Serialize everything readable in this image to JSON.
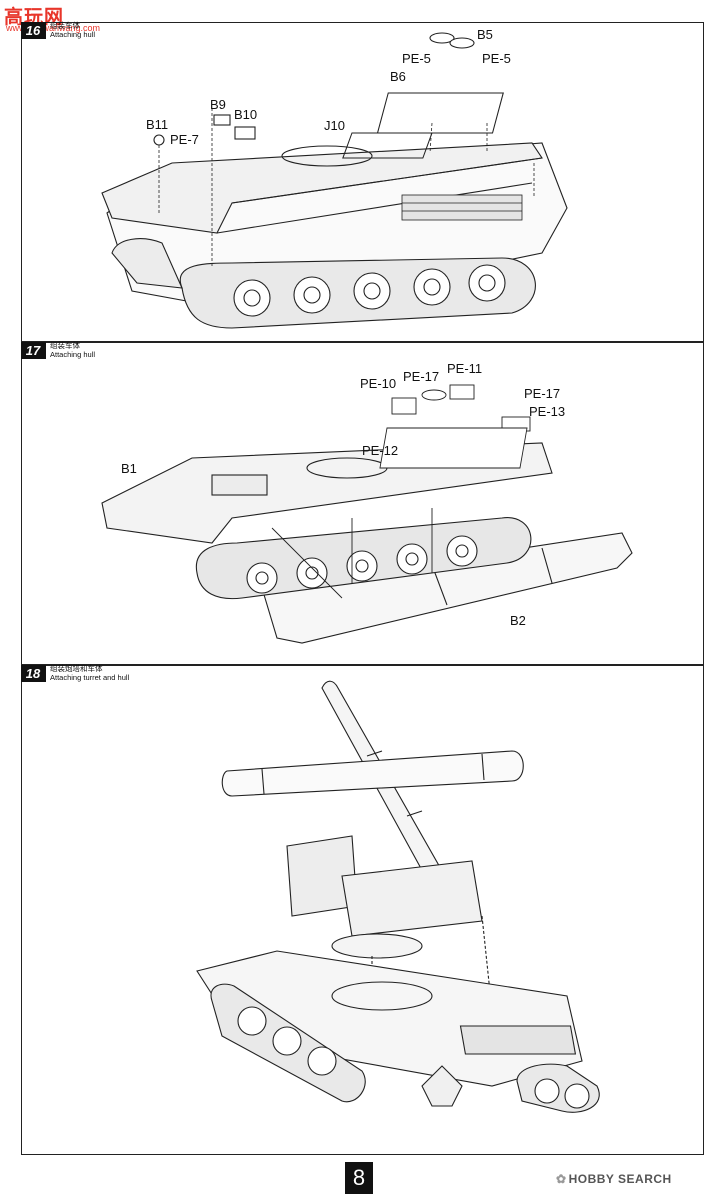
{
  "site_logo": {
    "text": "高玩网",
    "sub": "www.gaowanwang.com"
  },
  "steps": [
    {
      "number": "16",
      "title_cn": "组装车体",
      "title_en": "Attaching hull",
      "parts": {
        "b5": "B5",
        "pe5a": "PE-5",
        "pe5b": "PE-5",
        "b6": "B6",
        "b9": "B9",
        "b10": "B10",
        "b11": "B11",
        "pe7": "PE-7",
        "j10": "J10"
      }
    },
    {
      "number": "17",
      "title_cn": "组装车体",
      "title_en": "Attaching hull",
      "parts": {
        "pe10": "PE-10",
        "pe17a": "PE-17",
        "pe11": "PE-11",
        "pe17b": "PE-17",
        "pe13": "PE-13",
        "pe12": "PE-12",
        "b1": "B1",
        "b2": "B2"
      }
    },
    {
      "number": "18",
      "title_cn": "组装炮塔和车体",
      "title_en": "Attaching turret and  hull"
    }
  ],
  "page_number": "8",
  "watermark": {
    "icon": "hobby-search-logo",
    "text": "HOBBY SEARCH"
  }
}
